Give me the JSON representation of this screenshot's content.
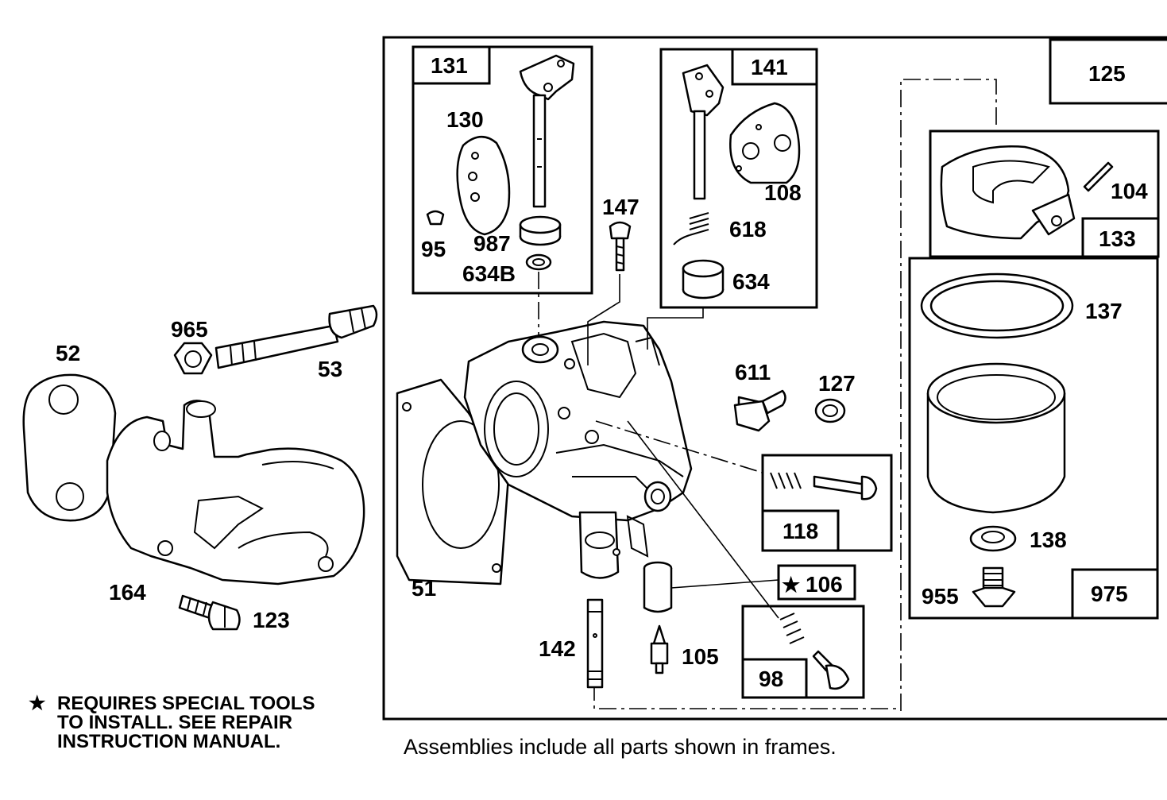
{
  "labels": {
    "p52": "52",
    "p53": "53",
    "p965": "965",
    "p164": "164",
    "p123": "123",
    "p51": "51",
    "p131": "131",
    "p130": "130",
    "p95": "95",
    "p987": "987",
    "p634b": "634B",
    "p147": "147",
    "p141": "141",
    "p108": "108",
    "p618": "618",
    "p634": "634",
    "p611": "611",
    "p127": "127",
    "p118": "118",
    "p106": "106",
    "p142": "142",
    "p105": "105",
    "p98": "98",
    "p125": "125",
    "p104": "104",
    "p133": "133",
    "p137": "137",
    "p138": "138",
    "p955": "955",
    "p975": "975"
  },
  "star_glyph": "★",
  "note": {
    "line1": "REQUIRES SPECIAL TOOLS",
    "line2": "TO INSTALL.  SEE REPAIR",
    "line3": "INSTRUCTION MANUAL."
  },
  "caption": "Assemblies include all parts shown in frames."
}
